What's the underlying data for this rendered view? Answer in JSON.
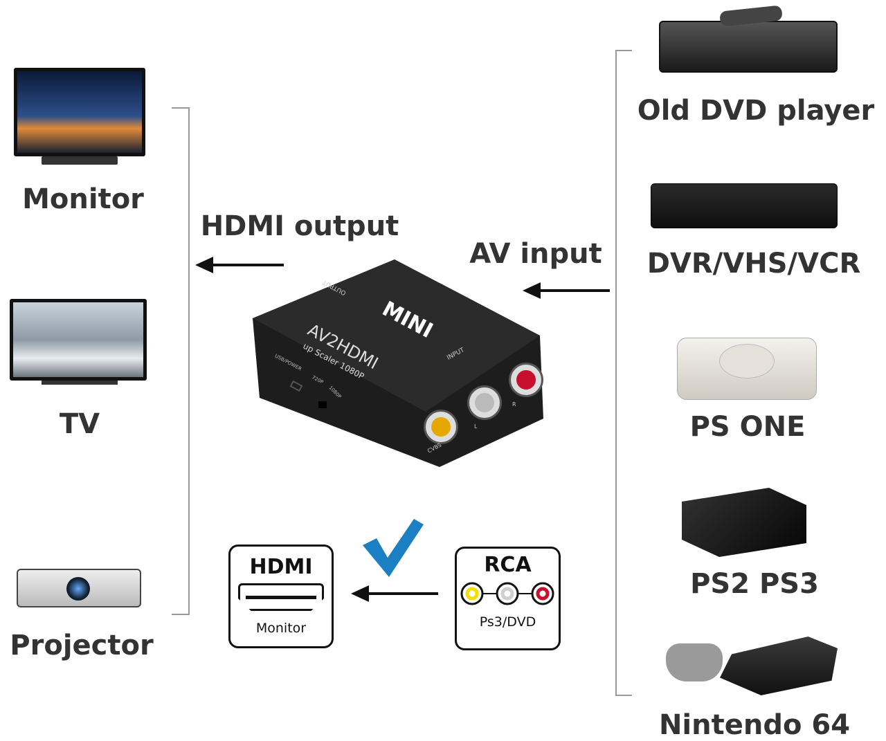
{
  "left_outputs": [
    {
      "label": "Monitor"
    },
    {
      "label": "TV"
    },
    {
      "label": "Projector"
    }
  ],
  "right_inputs": [
    {
      "label": "Old DVD player"
    },
    {
      "label": "DVR/VHS/VCR"
    },
    {
      "label": "PS ONE"
    },
    {
      "label": "PS2 PS3"
    },
    {
      "label": "Nintendo 64"
    }
  ],
  "hdmi_output_label": "HDMI output",
  "av_input_label": "AV input",
  "device": {
    "brand": "MINI",
    "model": "AV2HDMI",
    "subtitle": "up Scaler 1080P",
    "output": "OUTPUT",
    "input": "INPUT",
    "usb": "USB/POWER",
    "res_720": "720P",
    "res_1080": "1080P",
    "cvbs": "CVBS",
    "l": "L",
    "r": "R"
  },
  "hdmi_box": {
    "title": "HDMI",
    "caption": "Monitor"
  },
  "rca_box": {
    "title": "RCA",
    "caption": "Ps3/DVD"
  },
  "colors": {
    "check": "#1b7fc4",
    "yellow": "#f3c400",
    "white": "#cfcfcf",
    "red": "#c8102e"
  }
}
